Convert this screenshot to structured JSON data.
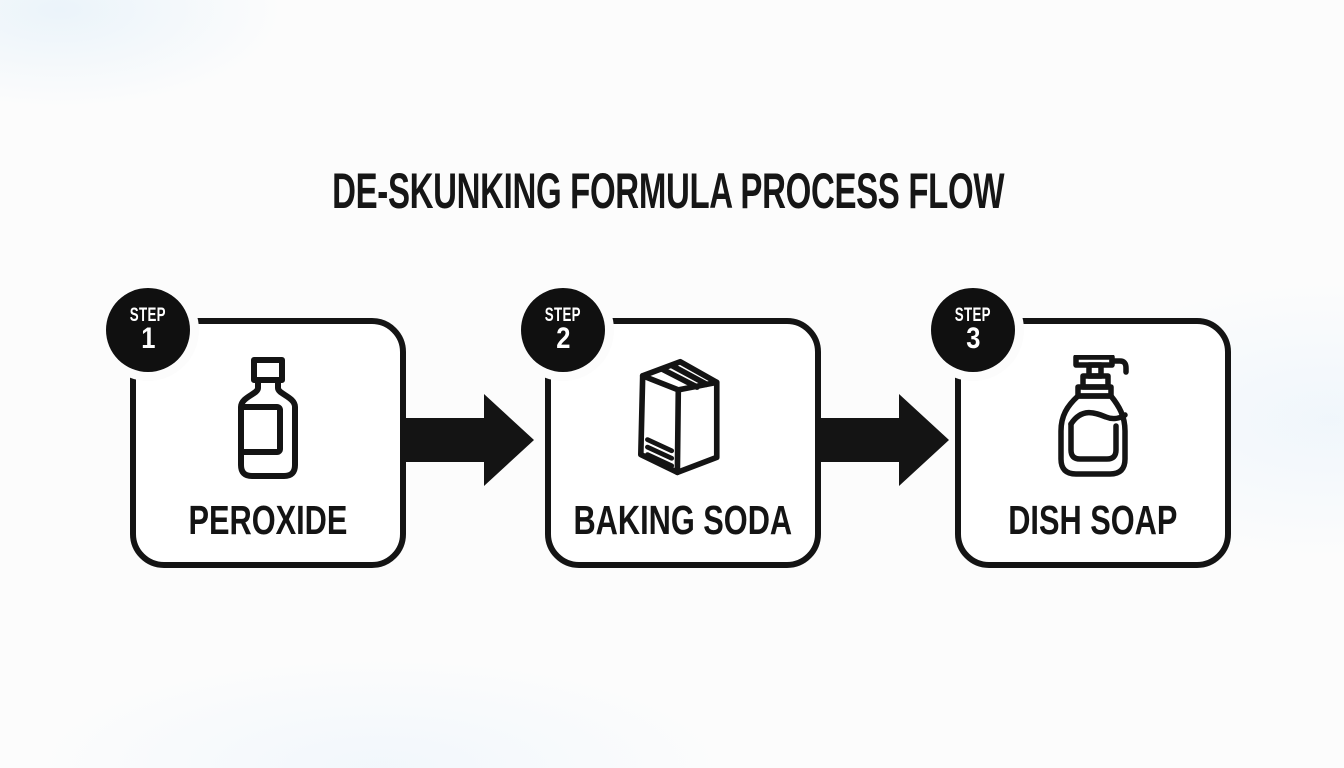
{
  "title": "DE-SKUNKING FORMULA PROCESS FLOW",
  "colors": {
    "ink": "#141414",
    "card_background": "#ffffff",
    "page_background": "#fcfcfc",
    "badge_background": "#101010",
    "badge_text": "#ffffff"
  },
  "steps": [
    {
      "badge_label": "STEP",
      "badge_number": "1",
      "label": "PEROXIDE",
      "icon": "peroxide-bottle-icon"
    },
    {
      "badge_label": "STEP",
      "badge_number": "2",
      "label": "BAKING SODA",
      "icon": "baking-soda-box-icon"
    },
    {
      "badge_label": "STEP",
      "badge_number": "3",
      "label": "DISH SOAP",
      "icon": "dish-soap-pump-icon"
    }
  ],
  "connectors": [
    {
      "name": "arrow-step1-to-step2",
      "direction": "right"
    },
    {
      "name": "arrow-step2-to-step3",
      "direction": "right"
    }
  ]
}
